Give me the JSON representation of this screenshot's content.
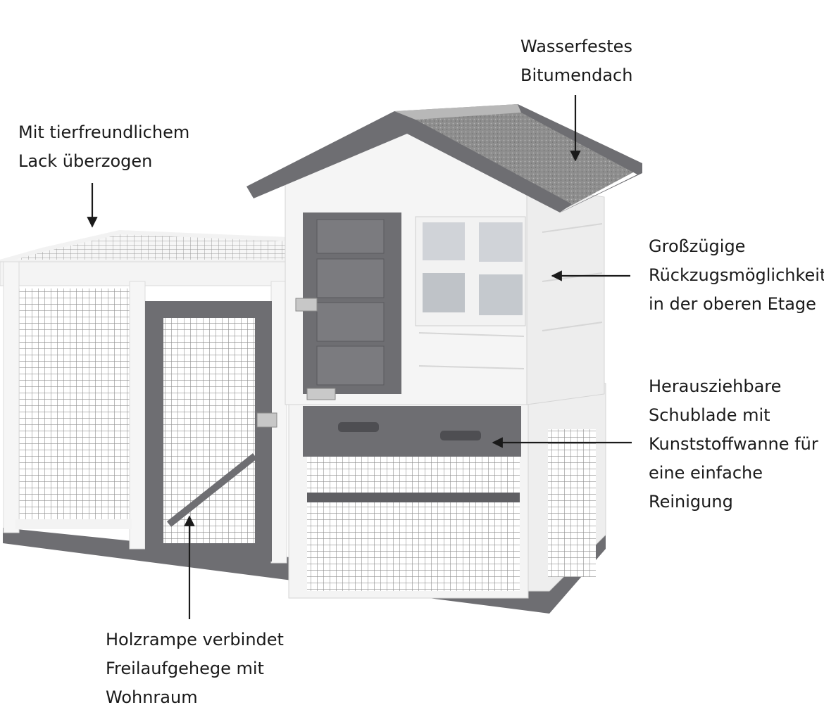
{
  "annotations": {
    "roof": [
      "Wasserfestes",
      "Bitumendach"
    ],
    "lacquer": [
      "Mit tierfreundlichem",
      "Lack überzogen"
    ],
    "upper_floor": [
      "Großzügige",
      "Rückzugsmöglichkeit",
      "in der oberen Etage"
    ],
    "drawer": [
      "Herausziehbare",
      "Schublade mit",
      "Kunststoffwanne für",
      "eine einfache",
      "Reinigung"
    ],
    "ramp": [
      "Holzrampe verbindet",
      "Freilaufgehege mit",
      "Wohnraum"
    ]
  },
  "colors": {
    "frame_white": "#f4f4f4",
    "frame_gray": "#6e6e72",
    "roof_felt": "#8c8c8c",
    "mesh": "#9a9a9a",
    "text": "#1a1a1a"
  }
}
